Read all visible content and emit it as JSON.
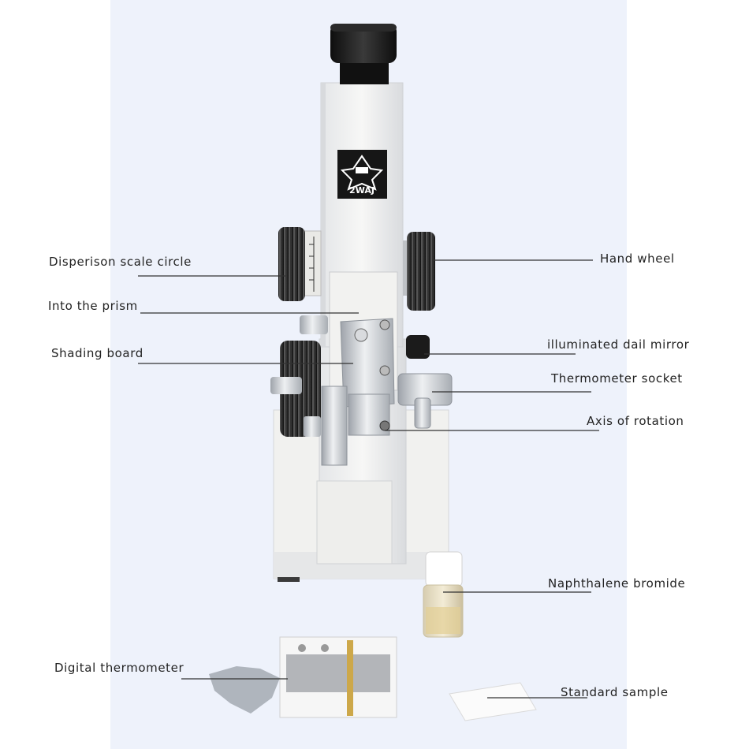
{
  "badge": {
    "text": "2WAJ"
  },
  "callouts": [
    {
      "id": "dispersion",
      "text": "Disperison scale circle"
    },
    {
      "id": "prism",
      "text": "Into the prism"
    },
    {
      "id": "shading",
      "text": "Shading board"
    },
    {
      "id": "handwheel",
      "text": "Hand wheel"
    },
    {
      "id": "mirror",
      "text": "illuminated dail mirror"
    },
    {
      "id": "socket",
      "text": "Thermometer socket"
    },
    {
      "id": "axis",
      "text": "Axis of rotation"
    },
    {
      "id": "naphthalene",
      "text": "Naphthalene bromide"
    },
    {
      "id": "thermometer",
      "text": "Digital thermometer"
    },
    {
      "id": "standard",
      "text": "Standard sample"
    }
  ],
  "colors": {
    "body": "#f4f4f2",
    "knob": "#1f1f1f",
    "metal": "#c9ccd1",
    "badge": "#161616",
    "background": "#eef2fb",
    "leader": "#333333"
  }
}
